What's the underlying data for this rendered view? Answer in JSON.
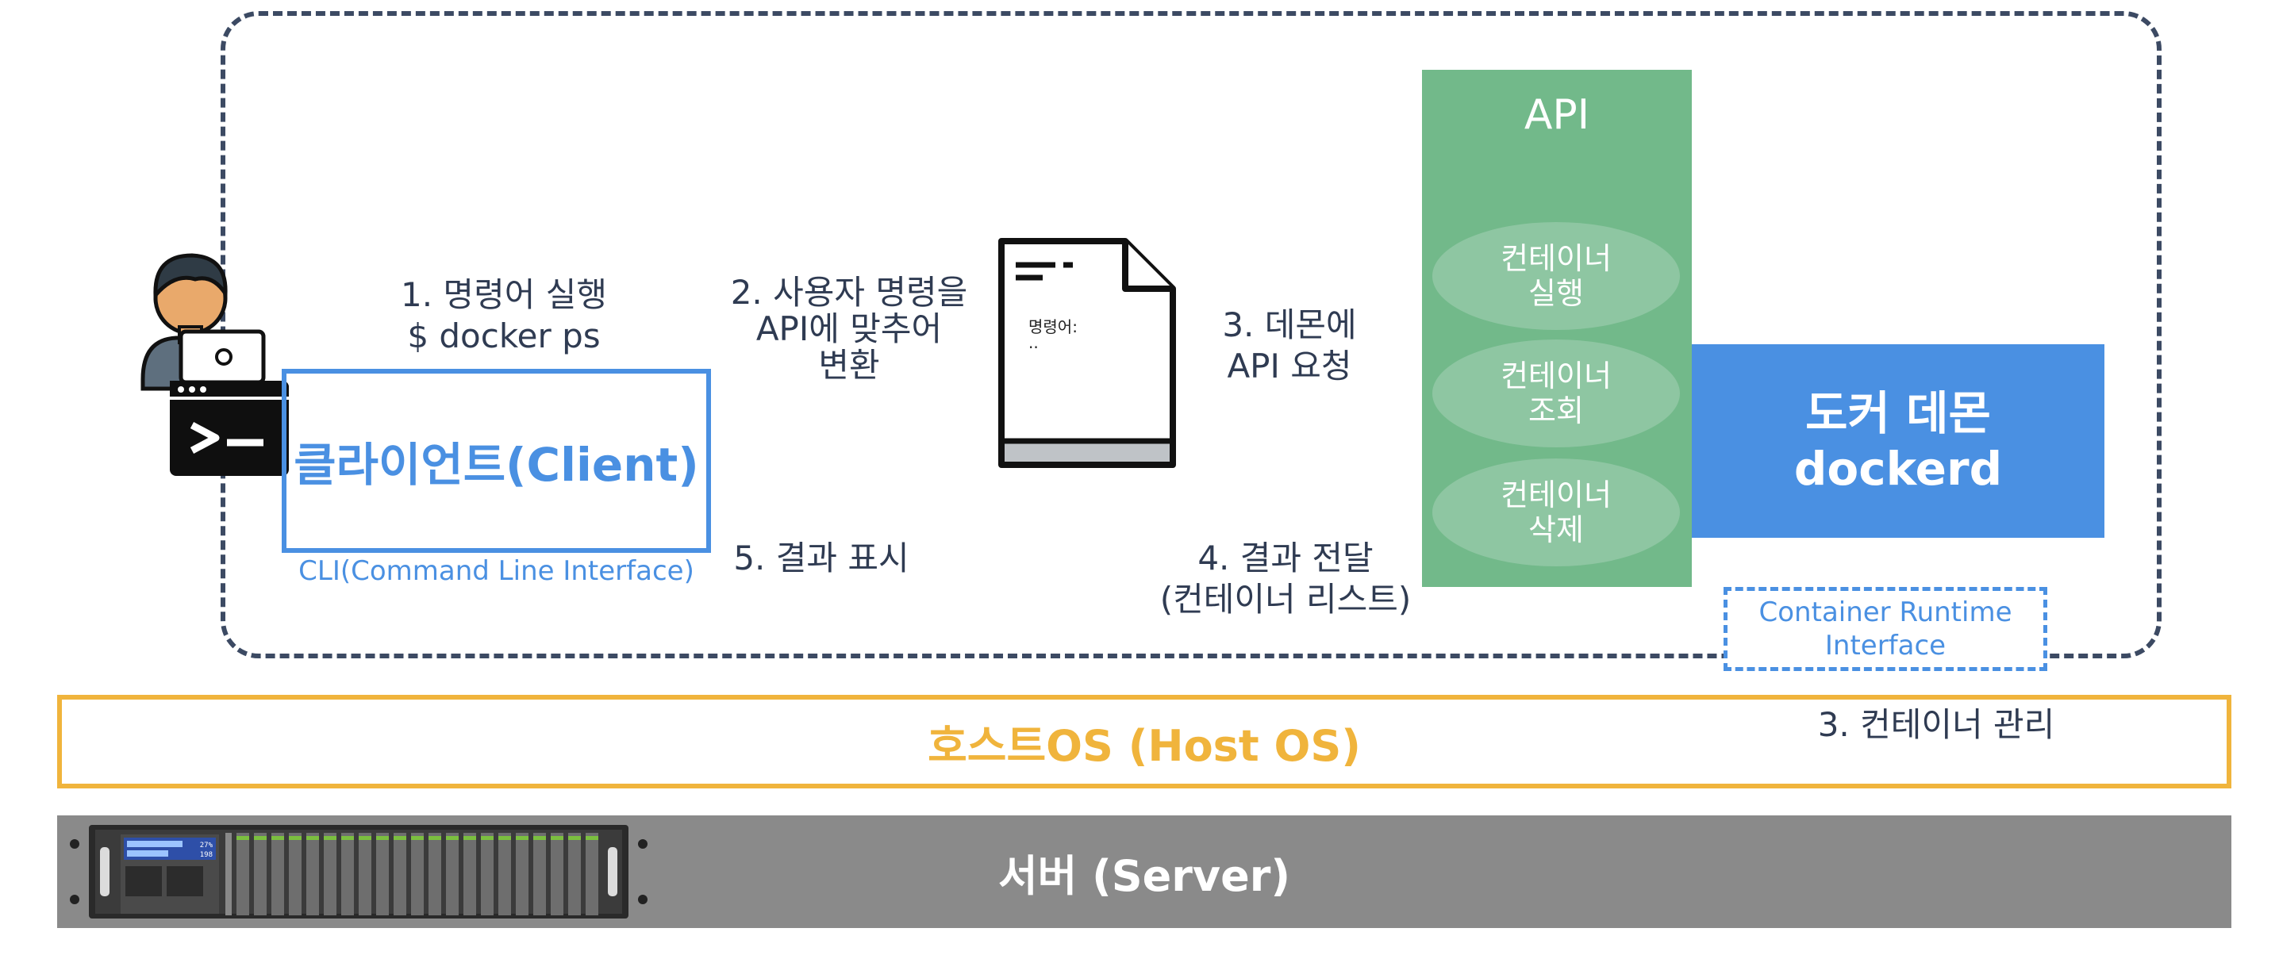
{
  "steps": {
    "s1_line1": "1. 명령어 실행",
    "s1_line2": "$ docker ps",
    "s2_line1": "2. 사용자 명령을",
    "s2_line2": "API에 맞추어",
    "s2_line3": "변환",
    "s3_line1": "3. 데몬에",
    "s3_line2": "API 요청",
    "s4_line1": "4. 결과 전달",
    "s4_line2": "(컨테이너 리스트)",
    "s5": "5. 결과 표시",
    "s3b": "3. 컨테이너 관리"
  },
  "client": {
    "label": "클라이언트(Client)",
    "caption": "CLI(Command Line Interface)"
  },
  "document": {
    "line1": "명령어:",
    "line2": ".."
  },
  "api": {
    "title": "API",
    "ops": [
      {
        "line1": "컨테이너",
        "line2": "실행"
      },
      {
        "line1": "컨테이너",
        "line2": "조회"
      },
      {
        "line1": "컨테이너",
        "line2": "삭제"
      }
    ]
  },
  "daemon": {
    "line1": "도커 데몬",
    "line2": "dockerd"
  },
  "cri": {
    "line1": "Container Runtime",
    "line2": "Interface"
  },
  "host": {
    "label": "호스트OS (Host OS)"
  },
  "server": {
    "label": "서버 (Server)",
    "display_line1": "27%",
    "display_line2": "198"
  },
  "colors": {
    "boundary": "#3c4a63",
    "client": "#4a90e2",
    "api": "#72b98a",
    "api_op": "#8ec6a2",
    "daemon": "#4a90e2",
    "host": "#f0b43c",
    "server": "#8a8a8a",
    "text": "#2f3b52"
  },
  "icons": [
    "user-with-laptop-icon",
    "terminal-icon",
    "document-icon",
    "server-rack-icon"
  ]
}
